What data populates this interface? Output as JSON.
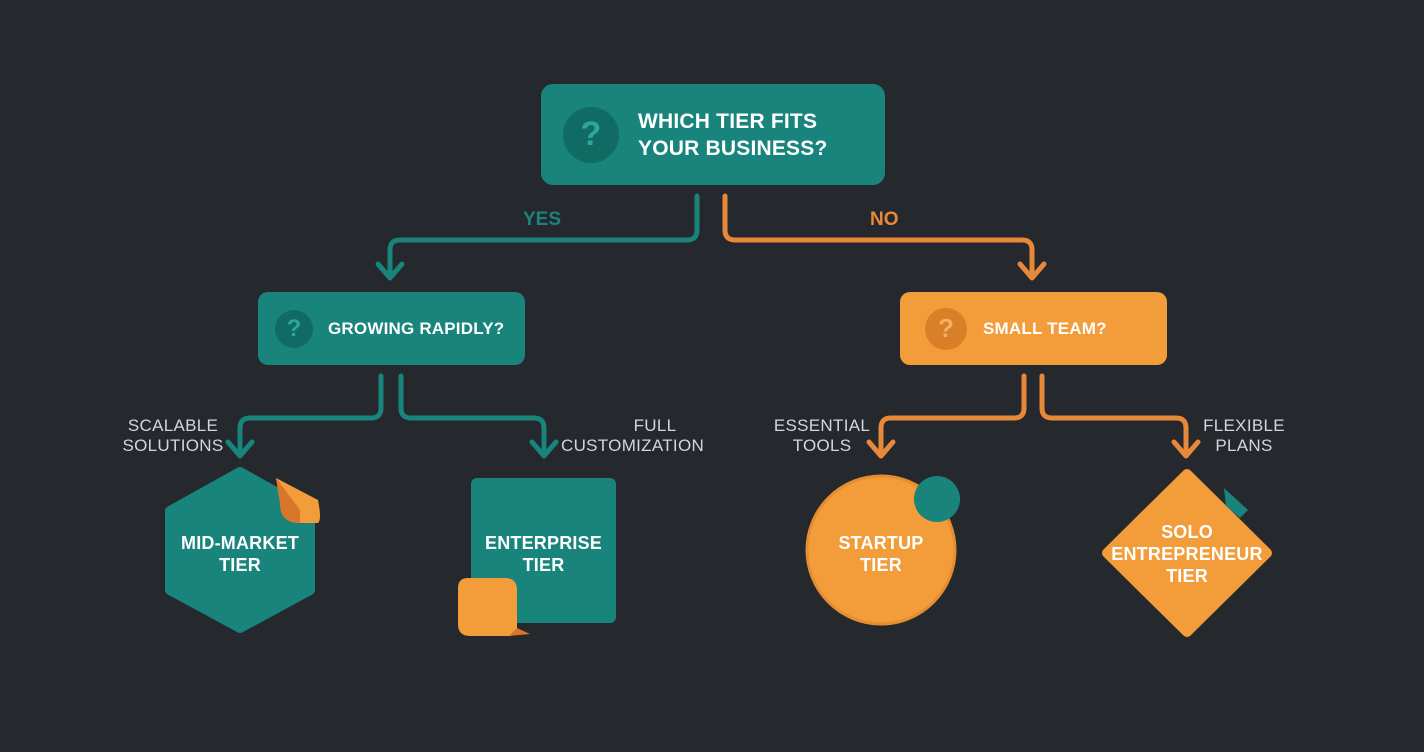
{
  "root": {
    "line1": "WHICH TIER FITS",
    "line2": "YOUR BUSINESS?",
    "icon": "question-icon",
    "icon_glyph": "?"
  },
  "branches": {
    "yes": "YES",
    "no": "NO"
  },
  "left_question": {
    "text": "GROWING RAPIDLY?",
    "icon_glyph": "?"
  },
  "right_question": {
    "text": "SMALL TEAM?",
    "icon_glyph": "?"
  },
  "edge_labels": {
    "scalable": {
      "line1": "SCALABLE",
      "line2": "SOLUTIONS"
    },
    "full": {
      "line1": "FULL",
      "line2": "CUSTOMIZATION"
    },
    "essential": {
      "line1": "ESSENTIAL",
      "line2": "TOOLS"
    },
    "flexible": {
      "line1": "FLEXIBLE",
      "line2": "PLANS"
    }
  },
  "tiers": {
    "mid_market": {
      "line1": "MID-MARKET",
      "line2": "TIER"
    },
    "enterprise": {
      "line1": "ENTERPRISE",
      "line2": "TIER"
    },
    "startup": {
      "line1": "STARTUP",
      "line2": "TIER"
    },
    "solo": {
      "line1": "SOLO",
      "line2": "ENTREPRENEUR",
      "line3": "TIER"
    }
  },
  "colors": {
    "teal": "#18847c",
    "orange": "#f29c3a",
    "background": "#25282d"
  }
}
